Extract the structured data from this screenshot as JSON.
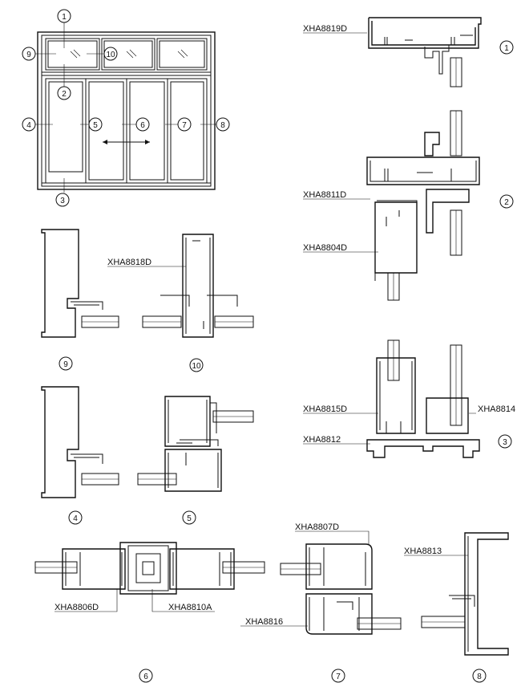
{
  "callouts": {
    "c1": "1",
    "c2": "2",
    "c3": "3",
    "c4": "4",
    "c5": "5",
    "c6": "6",
    "c7": "7",
    "c8": "8",
    "c9": "9",
    "c10": "10"
  },
  "codes": {
    "xha8819d": "XHA8819D",
    "xha8811d": "XHA8811D",
    "xha8804d": "XHA8804D",
    "xha8818d": "XHA8818D",
    "xha8815d": "XHA8815D",
    "xha8814": "XHA8814",
    "xha8812": "XHA8812",
    "xha8807d": "XHA8807D",
    "xha8813": "XHA8813",
    "xha8816": "XHA8816",
    "xha8806d": "XHA8806D",
    "xha8810a": "XHA8810A"
  },
  "section_numbers": {
    "s1": "1",
    "s2": "2",
    "s3": "3",
    "s4": "4",
    "s5": "5",
    "s6": "6",
    "s7": "7",
    "s8": "8",
    "s9": "9",
    "s10": "10"
  },
  "colors": {
    "ink": "#111111",
    "paper": "#ffffff"
  }
}
